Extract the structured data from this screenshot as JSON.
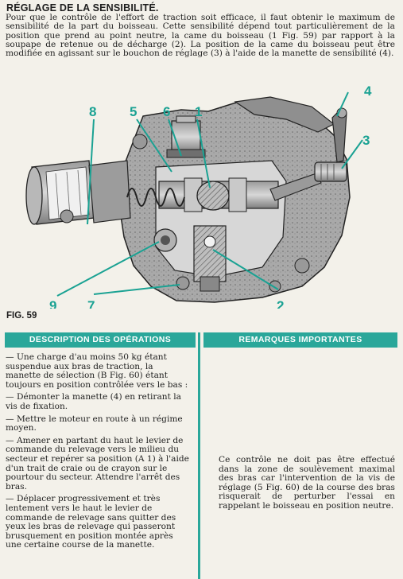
{
  "title": "RÉGLAGE DE LA SENSIBILITÉ.",
  "intro": "Pour que le contrôle de l'effort de traction soit efficace, il faut obtenir le maximum de sensibilité de la part du boisseau. Cette sensibilité dépend tout particulièrement de la position que prend au point neutre, la came du boisseau (1 Fig. 59) par rapport à la soupape de retenue ou de décharge (2). La position de la came du boisseau peut être modifiée en agissant sur le bouchon de réglage (3) à l'aide de la manette de sensibilité (4).",
  "figure": {
    "label": "FIG. 59",
    "callouts": [
      "1",
      "2",
      "3",
      "4",
      "5",
      "6",
      "7",
      "8",
      "9"
    ]
  },
  "columns": {
    "left_header": "DESCRIPTION DES OPÉRATIONS",
    "right_header": "REMARQUES IMPORTANTES"
  },
  "operations": [
    "— Une charge d'au moins 50 kg étant suspendue aux bras de traction, la manette de sélection (B Fig. 60) étant toujours en position contrôlée vers le bas :",
    "— Démonter la manette (4) en retirant la vis de fixation.",
    "— Mettre le moteur en route à un régime moyen.",
    "— Amener en partant du haut le levier de commande du relevage vers le milieu du secteur et repérer sa position (A 1) à l'aide d'un trait de craie ou de crayon sur le pourtour du secteur. Attendre l'arrêt des bras.",
    "— Déplacer progressivement et très lentement vers le haut le levier de commande de relevage sans quitter des yeux les bras de relevage qui passeront brusquement en position montée après une certaine course de la manette."
  ],
  "remark": "Ce contrôle ne doit pas être effectué dans la zone de soulèvement maximal des bras car l'intervention de la vis de réglage (5 Fig. 60) de la course des bras risquerait de perturber l'essai en rappelant le boisseau en position neutre.",
  "colors": {
    "accent": "#2aa79a"
  }
}
